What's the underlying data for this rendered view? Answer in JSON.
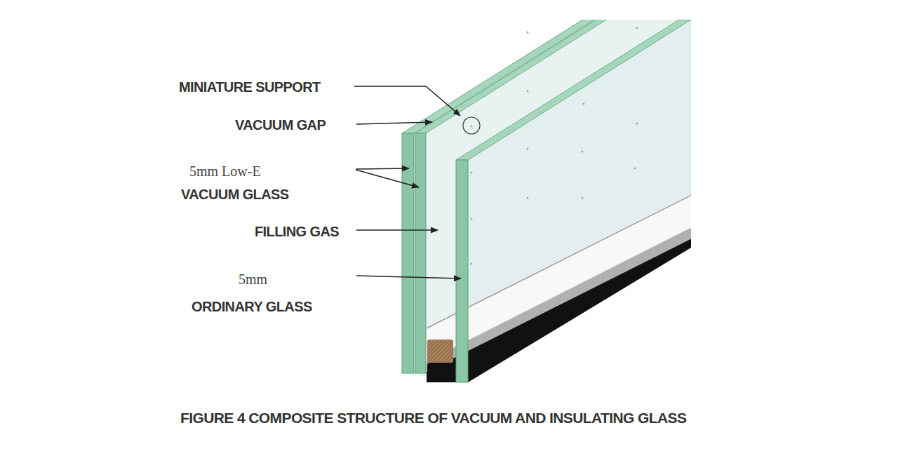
{
  "diagram": {
    "caption": "FIGURE 4 COMPOSITE STRUCTURE OF VACUUM AND INSULATING GLASS",
    "labels": [
      "MINIATURE SUPPORT",
      "VACUUM GAP",
      "5mm Low-E",
      "VACUUM GLASS",
      "FILLING GAS",
      "5mm",
      "ORDINARY GLASS"
    ]
  }
}
